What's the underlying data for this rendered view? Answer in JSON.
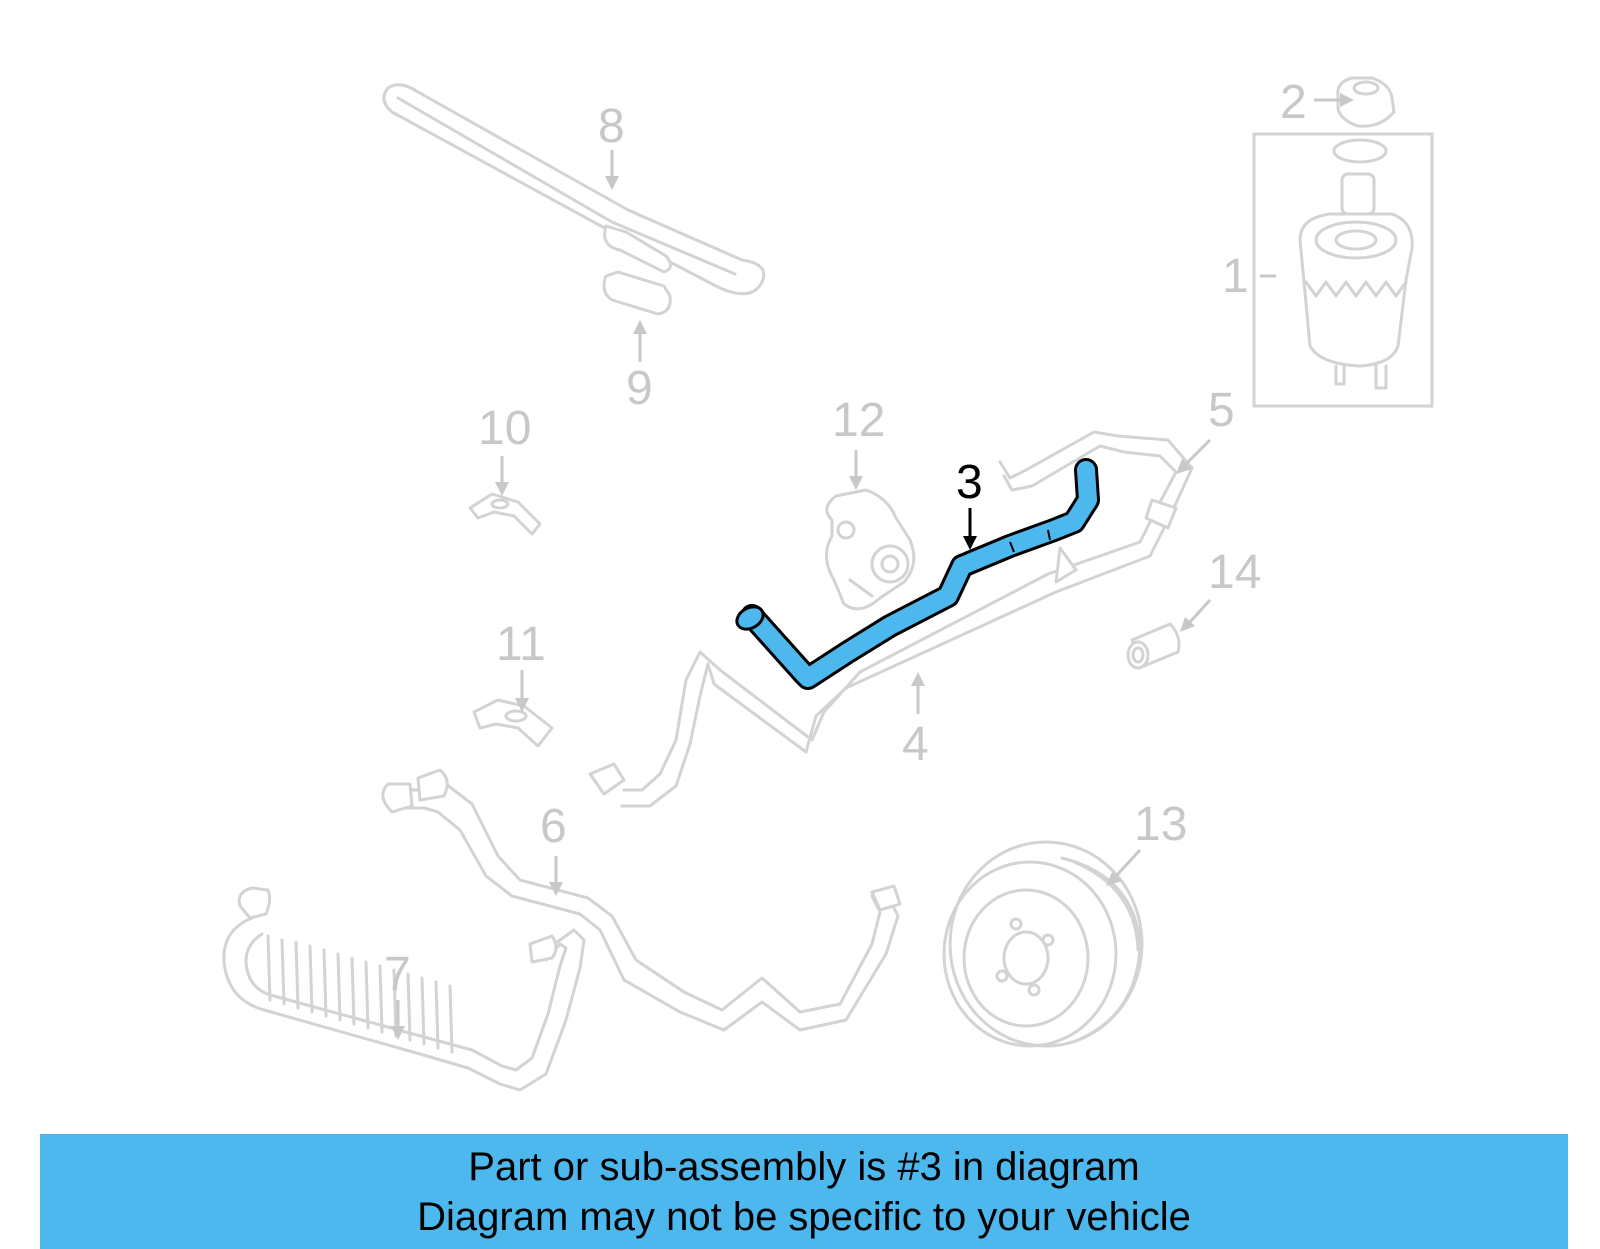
{
  "diagram": {
    "callouts": [
      {
        "id": "1",
        "label": "1",
        "highlighted": false
      },
      {
        "id": "2",
        "label": "2",
        "highlighted": false
      },
      {
        "id": "3",
        "label": "3",
        "highlighted": true
      },
      {
        "id": "4",
        "label": "4",
        "highlighted": false
      },
      {
        "id": "5",
        "label": "5",
        "highlighted": false
      },
      {
        "id": "6",
        "label": "6",
        "highlighted": false
      },
      {
        "id": "7",
        "label": "7",
        "highlighted": false
      },
      {
        "id": "8",
        "label": "8",
        "highlighted": false
      },
      {
        "id": "9",
        "label": "9",
        "highlighted": false
      },
      {
        "id": "10",
        "label": "10",
        "highlighted": false
      },
      {
        "id": "11",
        "label": "11",
        "highlighted": false
      },
      {
        "id": "12",
        "label": "12",
        "highlighted": false
      },
      {
        "id": "13",
        "label": "13",
        "highlighted": false
      },
      {
        "id": "14",
        "label": "14",
        "highlighted": false
      }
    ],
    "highlight_color": "#4db8ee",
    "ghost_color": "#d3d3d3"
  },
  "caption": {
    "line1": "Part or sub-assembly is #3 in diagram",
    "line2": "Diagram may not be specific to your vehicle",
    "background": "#4db8ee"
  }
}
